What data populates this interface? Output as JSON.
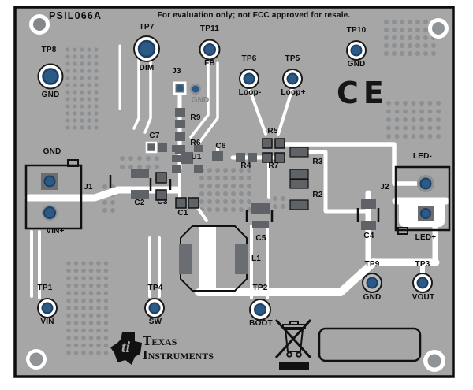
{
  "board": {
    "title": "PSIL066A",
    "banner": "For evaluation only; not FCC approved for resale.",
    "certification_mark": "CE",
    "logo": {
      "symbol": "ti",
      "line1": "Texas",
      "line2": "Instruments"
    },
    "testpoints": {
      "tp7": {
        "name": "TP7",
        "signal": "DIM"
      },
      "tp11": {
        "name": "TP11",
        "signal": "FB"
      },
      "tp6": {
        "name": "TP6",
        "signal": "Loop-"
      },
      "tp5": {
        "name": "TP5",
        "signal": "Loop+"
      },
      "tp10": {
        "name": "TP10",
        "signal": "GND"
      },
      "tp8": {
        "name": "TP8",
        "signal": "GND"
      },
      "tp1": {
        "name": "TP1",
        "signal": "VIN"
      },
      "tp4": {
        "name": "TP4",
        "signal": "SW"
      },
      "tp2": {
        "name": "TP2",
        "signal": "BOOT"
      },
      "tp9": {
        "name": "TP9",
        "signal": "GND"
      },
      "tp3": {
        "name": "TP3",
        "signal": "VOUT"
      }
    },
    "connectors": {
      "j1": {
        "ref": "J1",
        "top_label": "GND",
        "bottom_label": "VIN+"
      },
      "j2": {
        "ref": "J2",
        "top_label": "LED-",
        "bottom_label": "LED+"
      },
      "j3": {
        "ref": "J3",
        "gnd_label": "GND"
      }
    },
    "components": {
      "u1": "U1",
      "l1": "L1",
      "r2": "R2",
      "r3": "R3",
      "r4": "R4",
      "r5": "R5",
      "r6": "R6",
      "r7": "R7",
      "r9": "R9",
      "c1": "C1",
      "c2": "C2",
      "c3": "C3",
      "c4": "C4",
      "c5": "C5",
      "c6": "C6",
      "c7": "C7"
    },
    "colors": {
      "substrate": "#a6a6a6",
      "silkscreen": "#ffffff",
      "text": "#0c0c0c",
      "testpoint_plating": "#2b5a86",
      "component_body": "#5f6267",
      "via": "#8d9093"
    }
  }
}
